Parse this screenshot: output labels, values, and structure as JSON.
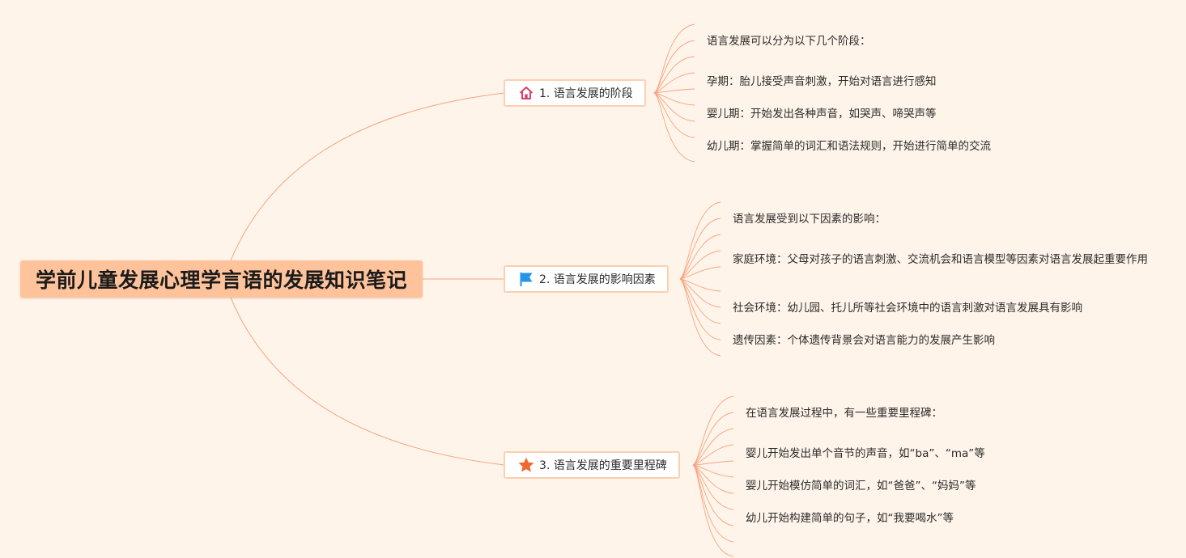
{
  "root": {
    "title": "学前儿童发展心理学言语的发展知识笔记"
  },
  "branches": [
    {
      "label": "1. 语言发展的阶段",
      "icon": "home-icon",
      "icon_color": "#d4456b",
      "leaves": [
        "语言发展可以分为以下几个阶段：",
        "孕期：胎儿接受声音刺激，开始对语言进行感知",
        "婴儿期：开始发出各种声音，如哭声、啼哭声等",
        "幼儿期：掌握简单的词汇和语法规则，开始进行简单的交流"
      ]
    },
    {
      "label": "2. 语言发展的影响因素",
      "icon": "flag-icon",
      "icon_color": "#2196e8",
      "leaves": [
        "语言发展受到以下因素的影响：",
        "家庭环境：父母对孩子的语言刺激、交流机会和语言模型等因素对语言发展起重要作用",
        "社会环境：幼儿园、托儿所等社会环境中的语言刺激对语言发展具有影响",
        "遗传因素：个体遗传背景会对语言能力的发展产生影响"
      ]
    },
    {
      "label": "3. 语言发展的重要里程碑",
      "icon": "star-icon",
      "icon_color": "#f0692f",
      "leaves": [
        "在语言发展过程中，有一些重要里程碑：",
        "婴儿开始发出单个音节的声音，如“ba”、“ma”等",
        "婴儿开始模仿简单的词汇，如“爸爸”、“妈妈”等",
        "幼儿开始构建简单的句子，如“我要喝水”等"
      ]
    }
  ],
  "colors": {
    "background": "#fff4ea",
    "root_fill": "#ffc39b",
    "branch_border": "#ffcfae",
    "connector": "#f6a47f"
  }
}
